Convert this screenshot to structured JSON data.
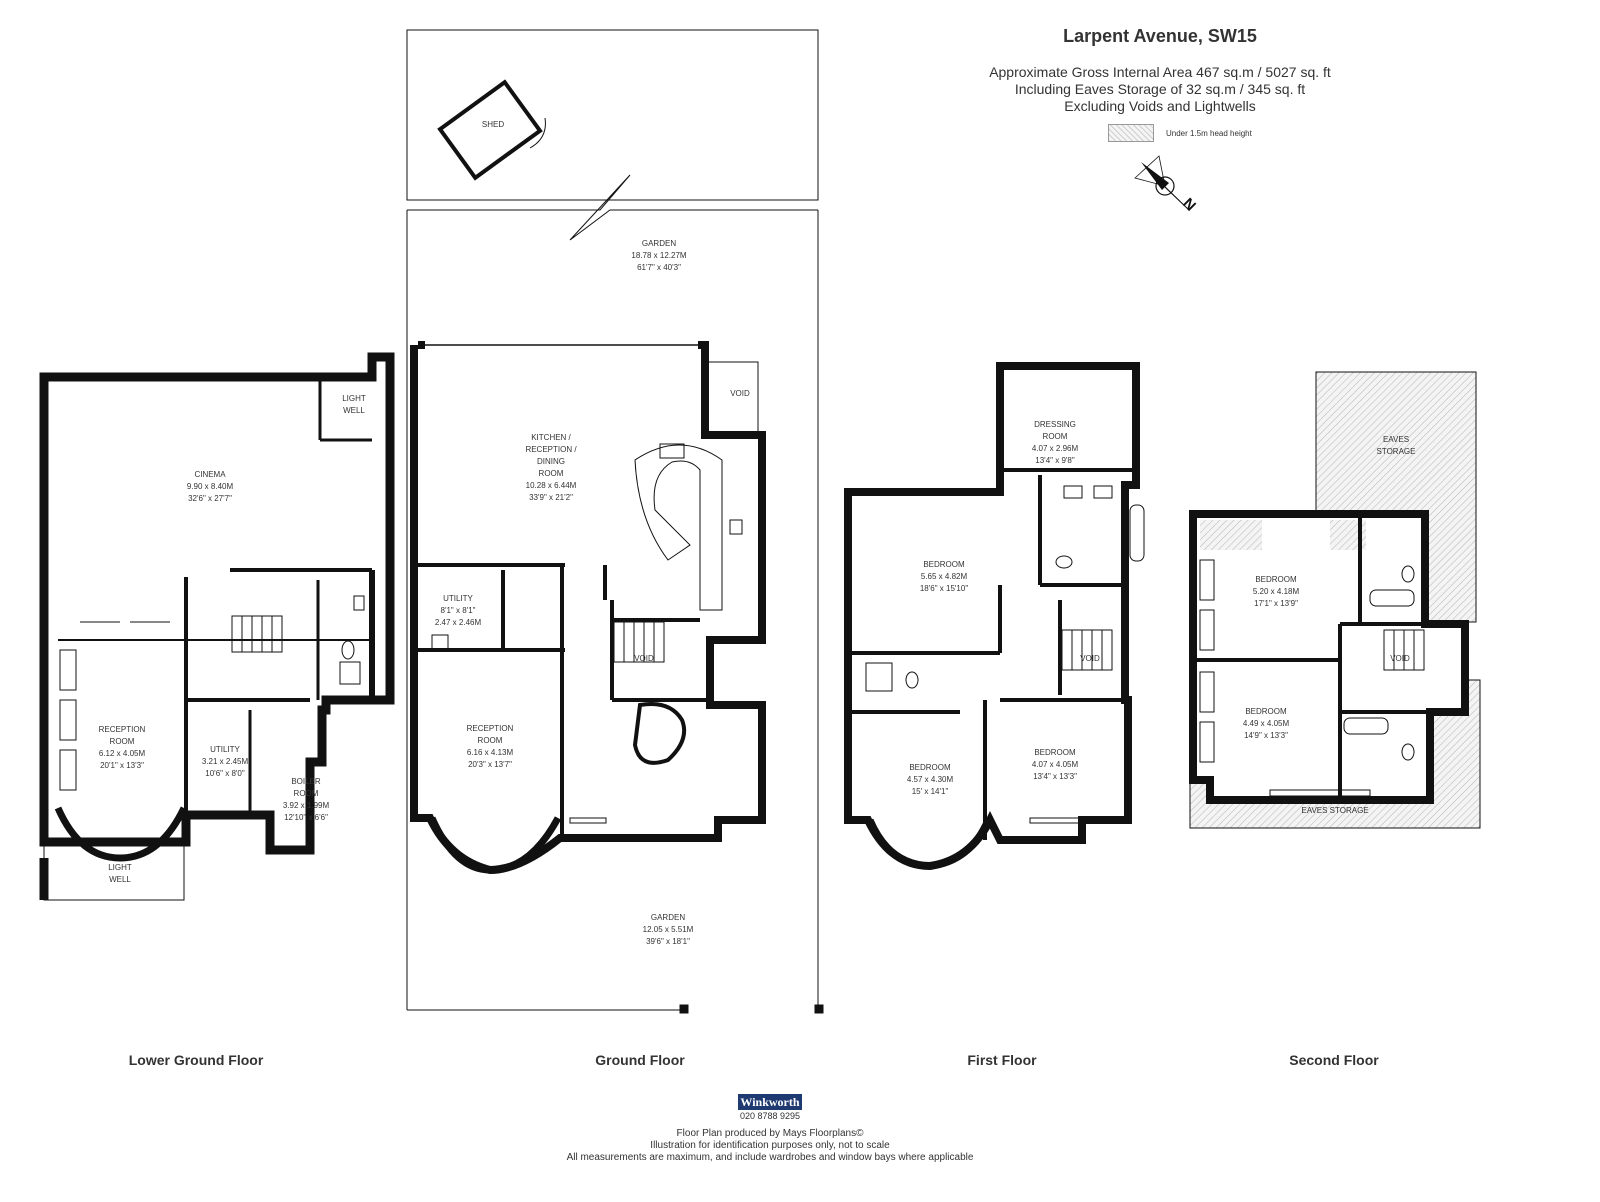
{
  "header": {
    "title": "Larpent Avenue, SW15",
    "area_line1": "Approximate Gross Internal Area 467 sq.m  /  5027 sq. ft",
    "area_line2": "Including Eaves Storage of 32 sq.m  /  345 sq. ft",
    "area_line3": "Excluding Voids and Lightwells",
    "legend_label": "Under 1.5m head height"
  },
  "compass": {
    "icon": "north-arrow-icon",
    "label": "N"
  },
  "floors": {
    "lower_ground": "Lower Ground Floor",
    "ground": "Ground Floor",
    "first": "First Floor",
    "second": "Second Floor"
  },
  "rooms": {
    "shed": "SHED",
    "garden_rear": {
      "name": "GARDEN",
      "metric": "18.78 x 12.27M",
      "imperial": "61'7\" x 40'3\""
    },
    "garden_front": {
      "name": "GARDEN",
      "metric": "12.05 x 5.51M",
      "imperial": "39'6\" x 18'1\""
    },
    "cinema": {
      "name": "CINEMA",
      "metric": "9.90 x 8.40M",
      "imperial": "32'6\" x 27'7\""
    },
    "light_well_top": [
      "LIGHT",
      "WELL"
    ],
    "light_well_bottom": [
      "LIGHT",
      "WELL"
    ],
    "lg_reception": {
      "name": [
        "RECEPTION",
        "ROOM"
      ],
      "metric": "6.12 x 4.05M",
      "imperial": "20'1\" x 13'3\""
    },
    "lg_utility": {
      "name": "UTILITY",
      "metric": "3.21 x 2.45M",
      "imperial": "10'6\" x 8'0\""
    },
    "boiler": {
      "name": [
        "BOILER",
        "ROOM"
      ],
      "metric": "3.92 x 1.99M",
      "imperial": "12'10\" x 6'6\""
    },
    "kitchen": {
      "name": [
        "KITCHEN /",
        "RECEPTION /",
        "DINING",
        "ROOM"
      ],
      "metric": "10.28 x 6.44M",
      "imperial": "33'9\" x 21'2\""
    },
    "void": "VOID",
    "g_utility": {
      "name": "UTILITY",
      "imperial": "8'1\" x 8'1\"",
      "metric": "2.47 x 2.46M"
    },
    "g_reception": {
      "name": [
        "RECEPTION",
        "ROOM"
      ],
      "metric": "6.16 x 4.13M",
      "imperial": "20'3\" x 13'7\""
    },
    "dressing": {
      "name": [
        "DRESSING",
        "ROOM"
      ],
      "metric": "4.07 x 2.96M",
      "imperial": "13'4\" x 9'8\""
    },
    "f_bed1": {
      "name": "BEDROOM",
      "metric": "5.65 x 4.82M",
      "imperial": "18'6\" x 15'10\""
    },
    "f_bed2": {
      "name": "BEDROOM",
      "metric": "4.57 x 4.30M",
      "imperial": "15' x 14'1\""
    },
    "f_bed3": {
      "name": "BEDROOM",
      "metric": "4.07 x 4.05M",
      "imperial": "13'4\" x 13'3\""
    },
    "eaves_top": [
      "EAVES",
      "STORAGE"
    ],
    "eaves_bottom": "EAVES STORAGE",
    "s_bed1": {
      "name": "BEDROOM",
      "metric": "5.20 x 4.18M",
      "imperial": "17'1\" x 13'9\""
    },
    "s_bed2": {
      "name": "BEDROOM",
      "metric": "4.49 x 4.05M",
      "imperial": "14'9\" x 13'3\""
    }
  },
  "footer": {
    "brand": "Winkworth",
    "phone": "020 8788 9295",
    "line1": "Floor Plan produced by Mays Floorplans©",
    "line2": "Illustration for identification purposes only, not to scale",
    "line3": "All measurements are maximum, and include wardrobes and window bays where applicable"
  }
}
